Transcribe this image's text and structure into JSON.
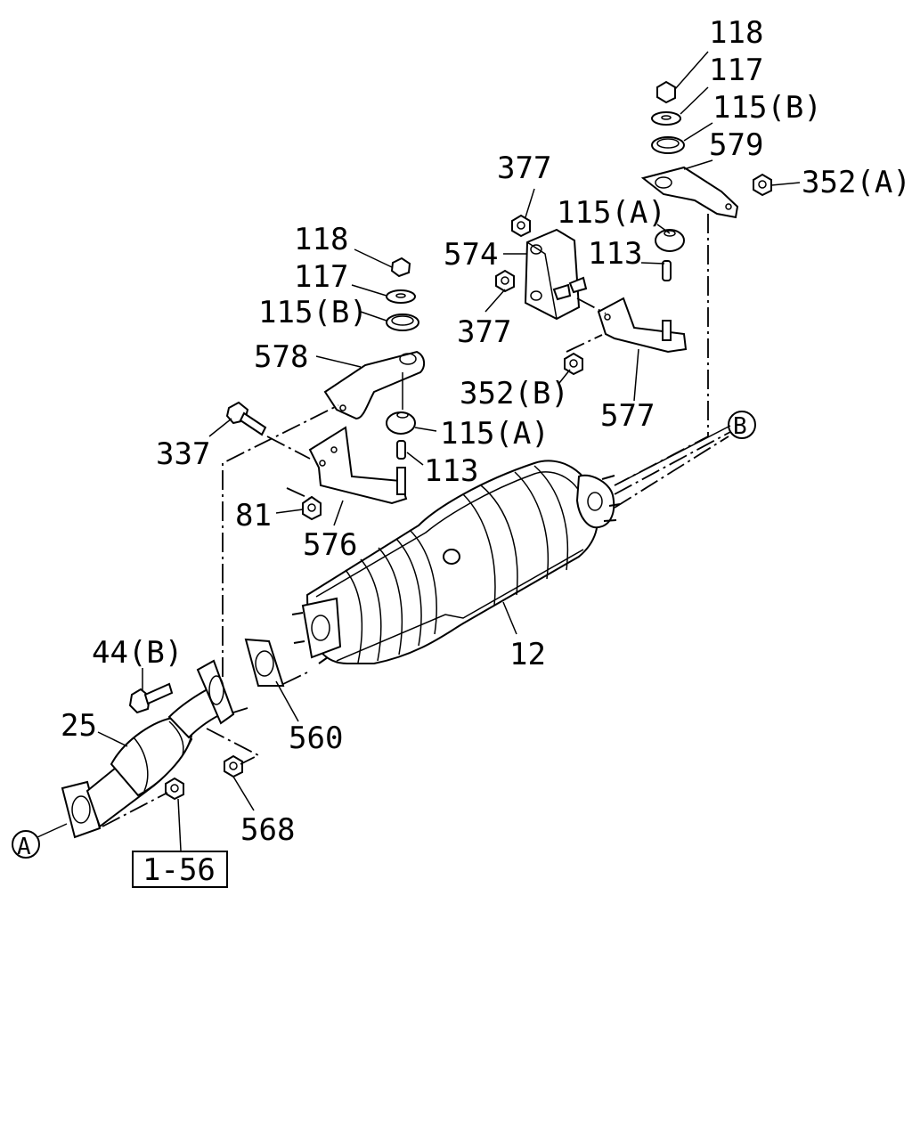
{
  "labels": {
    "p118_top": "118",
    "p117_top": "117",
    "p115b_top": "115(B)",
    "p579": "579",
    "p352a": "352(A)",
    "p377_upper": "377",
    "p115a_right": "115(A)",
    "p574": "574",
    "p113_right": "113",
    "p377_lower": "377",
    "p352b": "352(B)",
    "p577": "577",
    "p118_left": "118",
    "p117_left": "117",
    "p115b_left": "115(B)",
    "p578": "578",
    "p337": "337",
    "p115a_left": "115(A)",
    "p113_left": "113",
    "p81": "81",
    "p576": "576",
    "p12": "12",
    "p44b": "44(B)",
    "p25": "25",
    "p560": "560",
    "p568": "568",
    "ref_box": "1-56"
  },
  "connectors": {
    "a": "A",
    "b": "B"
  }
}
